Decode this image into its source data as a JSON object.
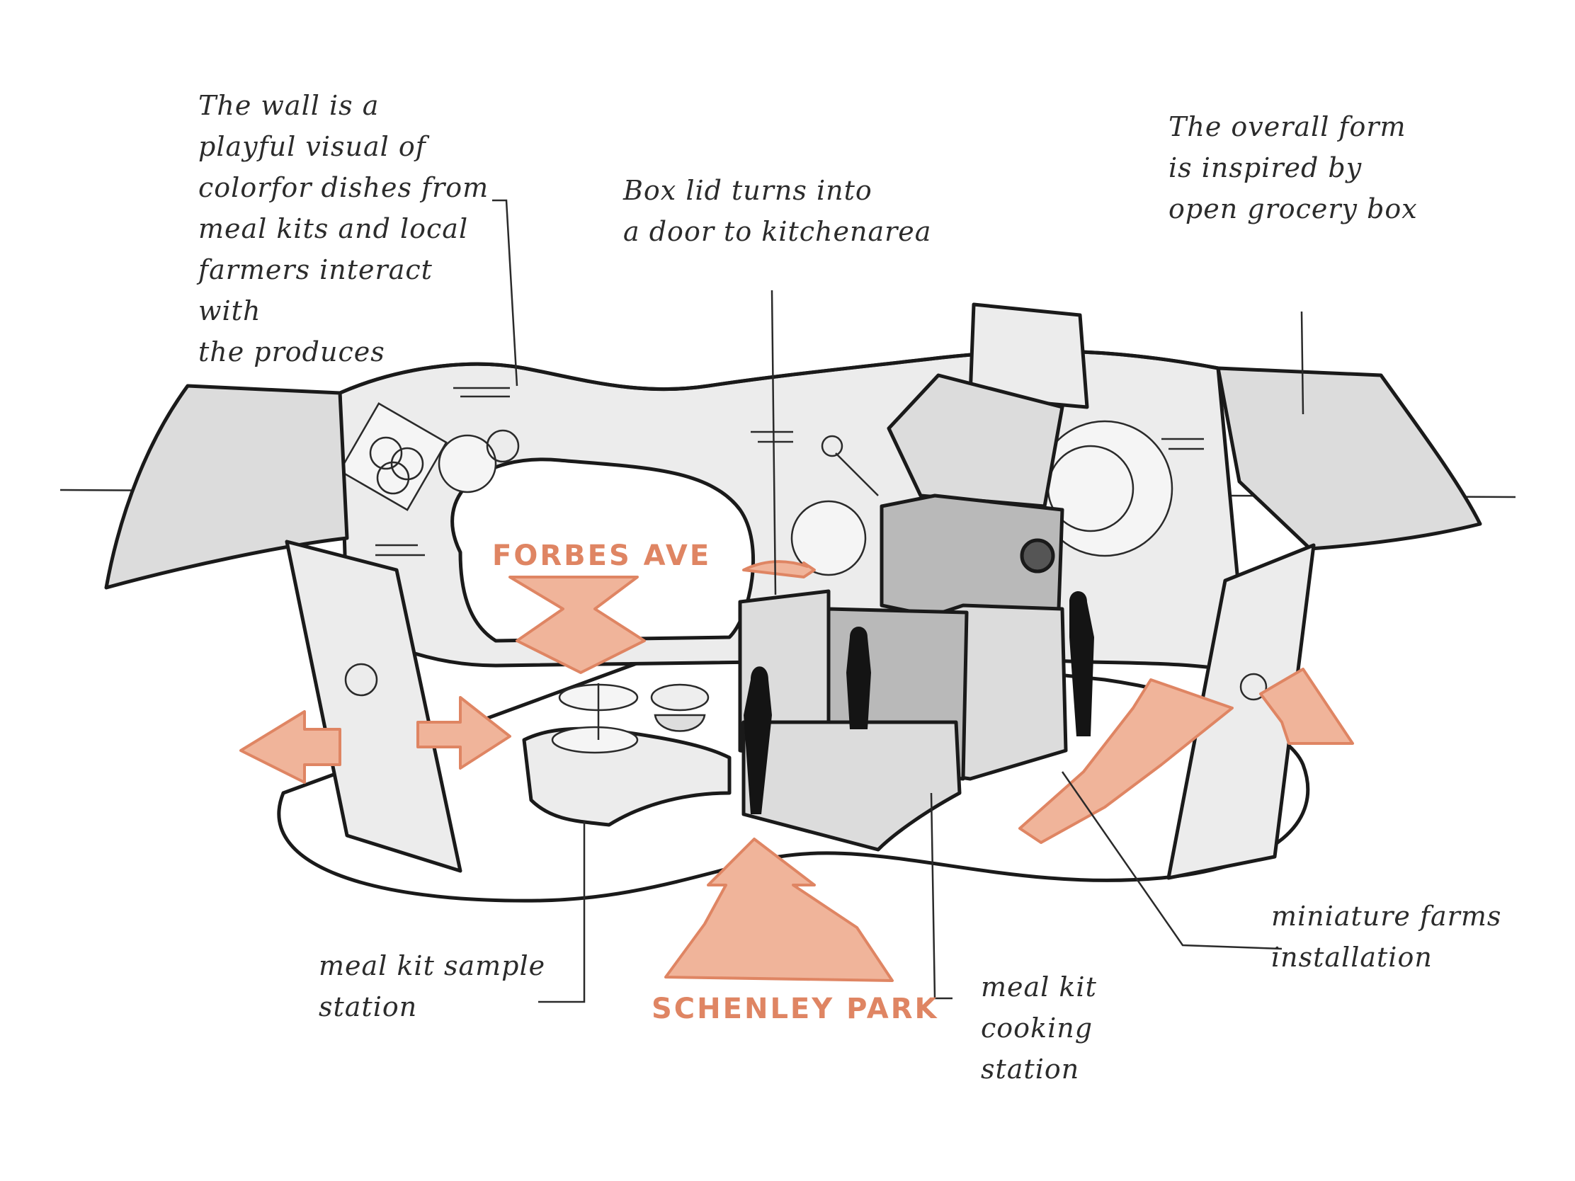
{
  "annotations": {
    "wall": "The wall is a\nplayful visual of\ncolorfor dishes from\nmeal kits and local\nfarmers interact with\nthe produces",
    "lid": "Box lid turns into\na door to kitchenarea",
    "form": "The overall form\nis inspired by\nopen grocery box",
    "sample": "meal kit sample\nstation",
    "cooking": "meal kit\ncooking station",
    "farms": "miniature farms\ninstallation"
  },
  "places": {
    "north": "FORBES AVE",
    "south": "SCHENLEY PARK"
  },
  "colors": {
    "accent": "#df8563",
    "ink": "#1a1a1a",
    "panel": "#dcdcdc"
  }
}
